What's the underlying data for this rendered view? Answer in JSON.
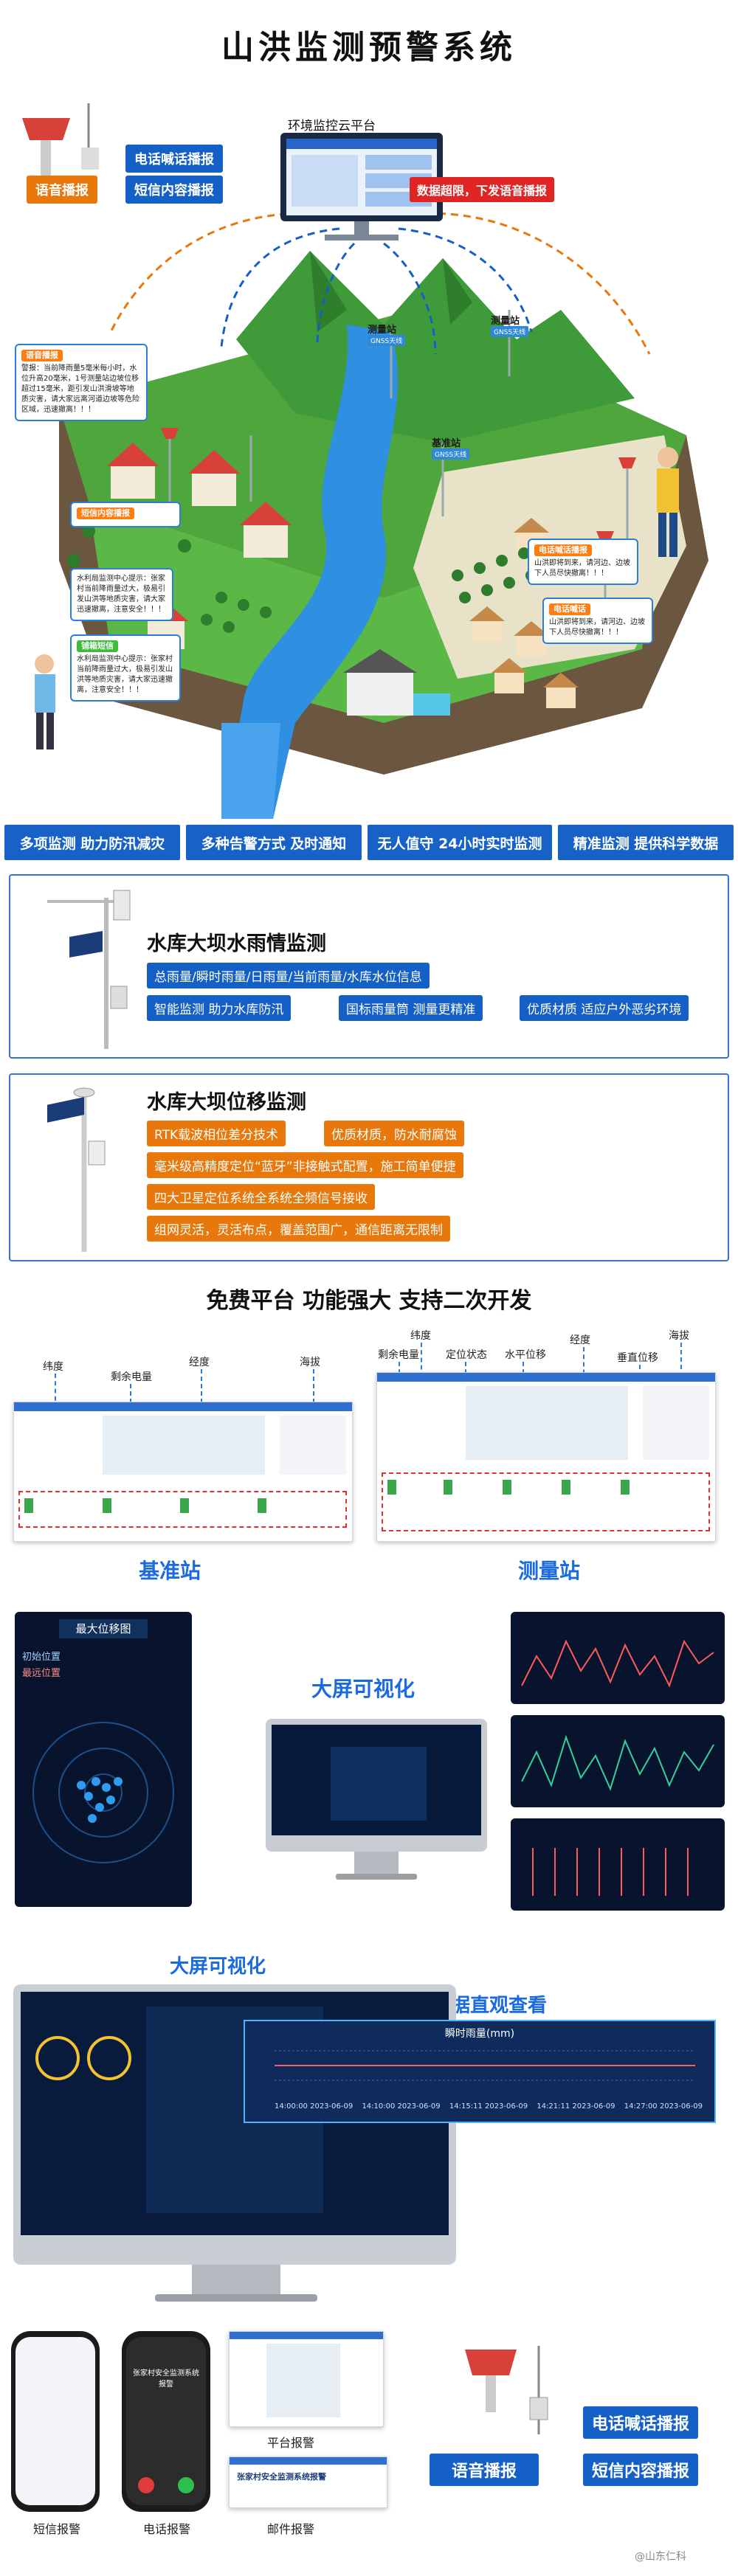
{
  "page_title": "山洪监测预警系统",
  "hero": {
    "cloud_platform_label": "环境监控云平台",
    "alarm_text": "数据超限，下发语音播报",
    "left_tags": {
      "phone": "电话喊话播报",
      "voice": "语音播报",
      "sms": "短信内容播报"
    },
    "station_measure_1": "测量站",
    "station_measure_1_sub": "GNSS天线",
    "station_measure_2": "测量站",
    "station_measure_2_sub": "GNSS天线",
    "station_base": "基准站",
    "station_base_sub": "GNSS天线",
    "bubble_voice_header": "语音播报",
    "bubble_voice_text": "警报：当前降雨量5毫米每小时，水位升高20毫米，1号测量站边坡位移超过15毫米，距引发山洪滑坡等地质灾害，请大家远离河道边坡等危险区域，迅速撤离！！！",
    "bubble_sms1_header": "短信内容播报",
    "bubble_center": "水利局监测中心提示：张家村当前降雨量过大，极易引发山洪等地质灾害，请大家迅速撤离，注意安全！！！",
    "bubble_sms2_header": "铺箱短信",
    "bubble_sms2_text": "水利局监测中心提示：张家村当前降雨量过大，极易引发山洪等地质灾害，请大家迅速撤离，注意安全！！！",
    "bubble_phone_header": "电话喊话播报",
    "bubble_phone_text": "山洪即将到来，请河边、边坡下人员尽快撤离！！！",
    "bubble_phone2_header": "电话喊话",
    "bubble_phone2_text": "山洪即将到来，请河边、边坡下人员尽快撤离！！！",
    "colors": {
      "sky": "#ffffff",
      "grass": "#4cae3a",
      "river": "#2f8fe0",
      "orange": "#e8780c",
      "blue": "#1560c7"
    }
  },
  "feature_bar": [
    "多项监测 助力防汛减灾",
    "多种告警方式 及时通知",
    "无人值守 24小时实时监测",
    "精准监测 提供科学数据"
  ],
  "rain_panel": {
    "title": "水库大坝水雨情监测",
    "chips": [
      "总雨量/瞬时雨量/日雨量/当前雨量/水库水位信息",
      "智能监测 助力水库防汛",
      "国标雨量筒 测量更精准",
      "优质材质 适应户外恶劣环境"
    ]
  },
  "disp_panel": {
    "title": "水库大坝位移监测",
    "chips": [
      "RTK载波相位差分技术",
      "优质材质，防水耐腐蚀",
      "毫米级高精度定位“蓝牙”非接触式配置，施工简单便捷",
      "四大卫星定位系统全系统全频信号接收",
      "组网灵活，灵活布点，覆盖范围广，通信距离无限制"
    ]
  },
  "platform": {
    "title": "免费平台 功能强大 支持二次开发",
    "left_labels": [
      "纬度",
      "剩余电量",
      "经度",
      "海拔"
    ],
    "right_labels": [
      "纬度",
      "剩余电量",
      "定位状态",
      "水平位移",
      "经度",
      "垂直位移",
      "海拔"
    ],
    "left_caption": "基准站",
    "right_caption": "测量站"
  },
  "bigscreen1": {
    "title": "大屏可视化",
    "map_header": "最大位移图",
    "legend": [
      "初始位置",
      "最远位置"
    ]
  },
  "bigscreen2": {
    "title": "大屏可视化",
    "data_title": "数据直观查看",
    "chart_title": "瞬时雨量(mm)",
    "x_ticks": [
      "14:00:00\n2023-06-09",
      "14:10:00\n2023-06-09",
      "14:15:11\n2023-06-09",
      "14:21:11\n2023-06-09",
      "14:27:00\n2023-06-09"
    ]
  },
  "alerts": {
    "sms": "短信报警",
    "phone": "电话报警",
    "platform": "平台报警",
    "mail": "邮件报警",
    "phone_caller": "张家村安全监测系统报警",
    "mail_title": "张家村安全监测系统报警",
    "tag_phone": "电话喊话播报",
    "tag_voice": "语音播报",
    "tag_sms": "短信内容播报"
  },
  "watermark": "@山东仁科"
}
